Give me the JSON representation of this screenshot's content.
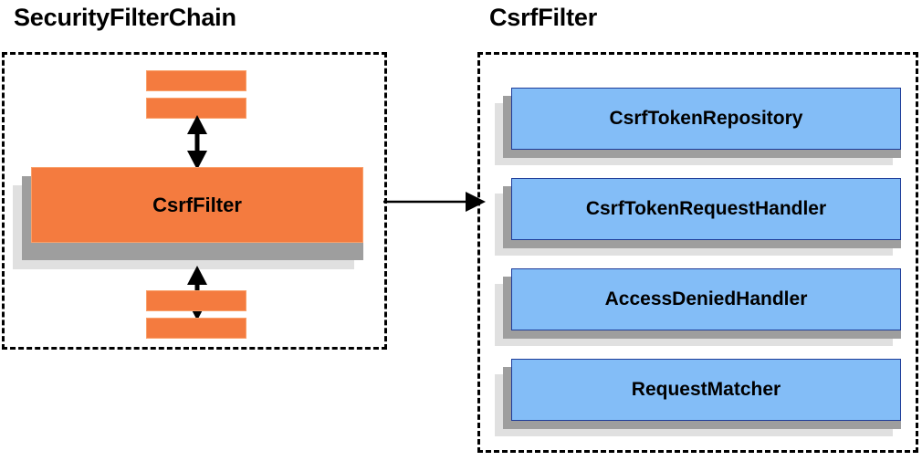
{
  "diagram": {
    "title_not_rendered": "",
    "panels": [
      {
        "id": "security-filter-chain",
        "title": "SecurityFilterChain",
        "style": "dashed-border",
        "highlighted_component": "CsrfFilter",
        "anonymous_filters_above": 2,
        "anonymous_filters_below": 2
      },
      {
        "id": "csrf-filter",
        "title": "CsrfFilter",
        "style": "dashed-border",
        "components": [
          "CsrfTokenRepository",
          "CsrfTokenRequestHandler",
          "AccessDeniedHandler",
          "RequestMatcher"
        ]
      }
    ],
    "connectors": [
      {
        "id": "chain-up",
        "type": "double-arrow-vertical",
        "label": ""
      },
      {
        "id": "chain-down",
        "type": "double-arrow-vertical",
        "label": ""
      },
      {
        "id": "csrf-detail",
        "type": "single-arrow-right",
        "label": ""
      }
    ],
    "colors": {
      "filter_orange": "#f47b3f",
      "filter_orange_border": "#f9a06a",
      "component_blue": "#83bdf7",
      "component_blue_border": "#1f3d99",
      "shadow_near": "#9e9e9e",
      "shadow_far": "#e0e0e0",
      "outline": "#000000",
      "background": "#ffffff"
    }
  },
  "left_panel": {
    "title": "SecurityFilterChain",
    "csrf_filter_label": "CsrfFilter"
  },
  "right_panel": {
    "title": "CsrfFilter",
    "items": [
      {
        "label": "CsrfTokenRepository"
      },
      {
        "label": "CsrfTokenRequestHandler"
      },
      {
        "label": "AccessDeniedHandler"
      },
      {
        "label": "RequestMatcher"
      }
    ]
  }
}
